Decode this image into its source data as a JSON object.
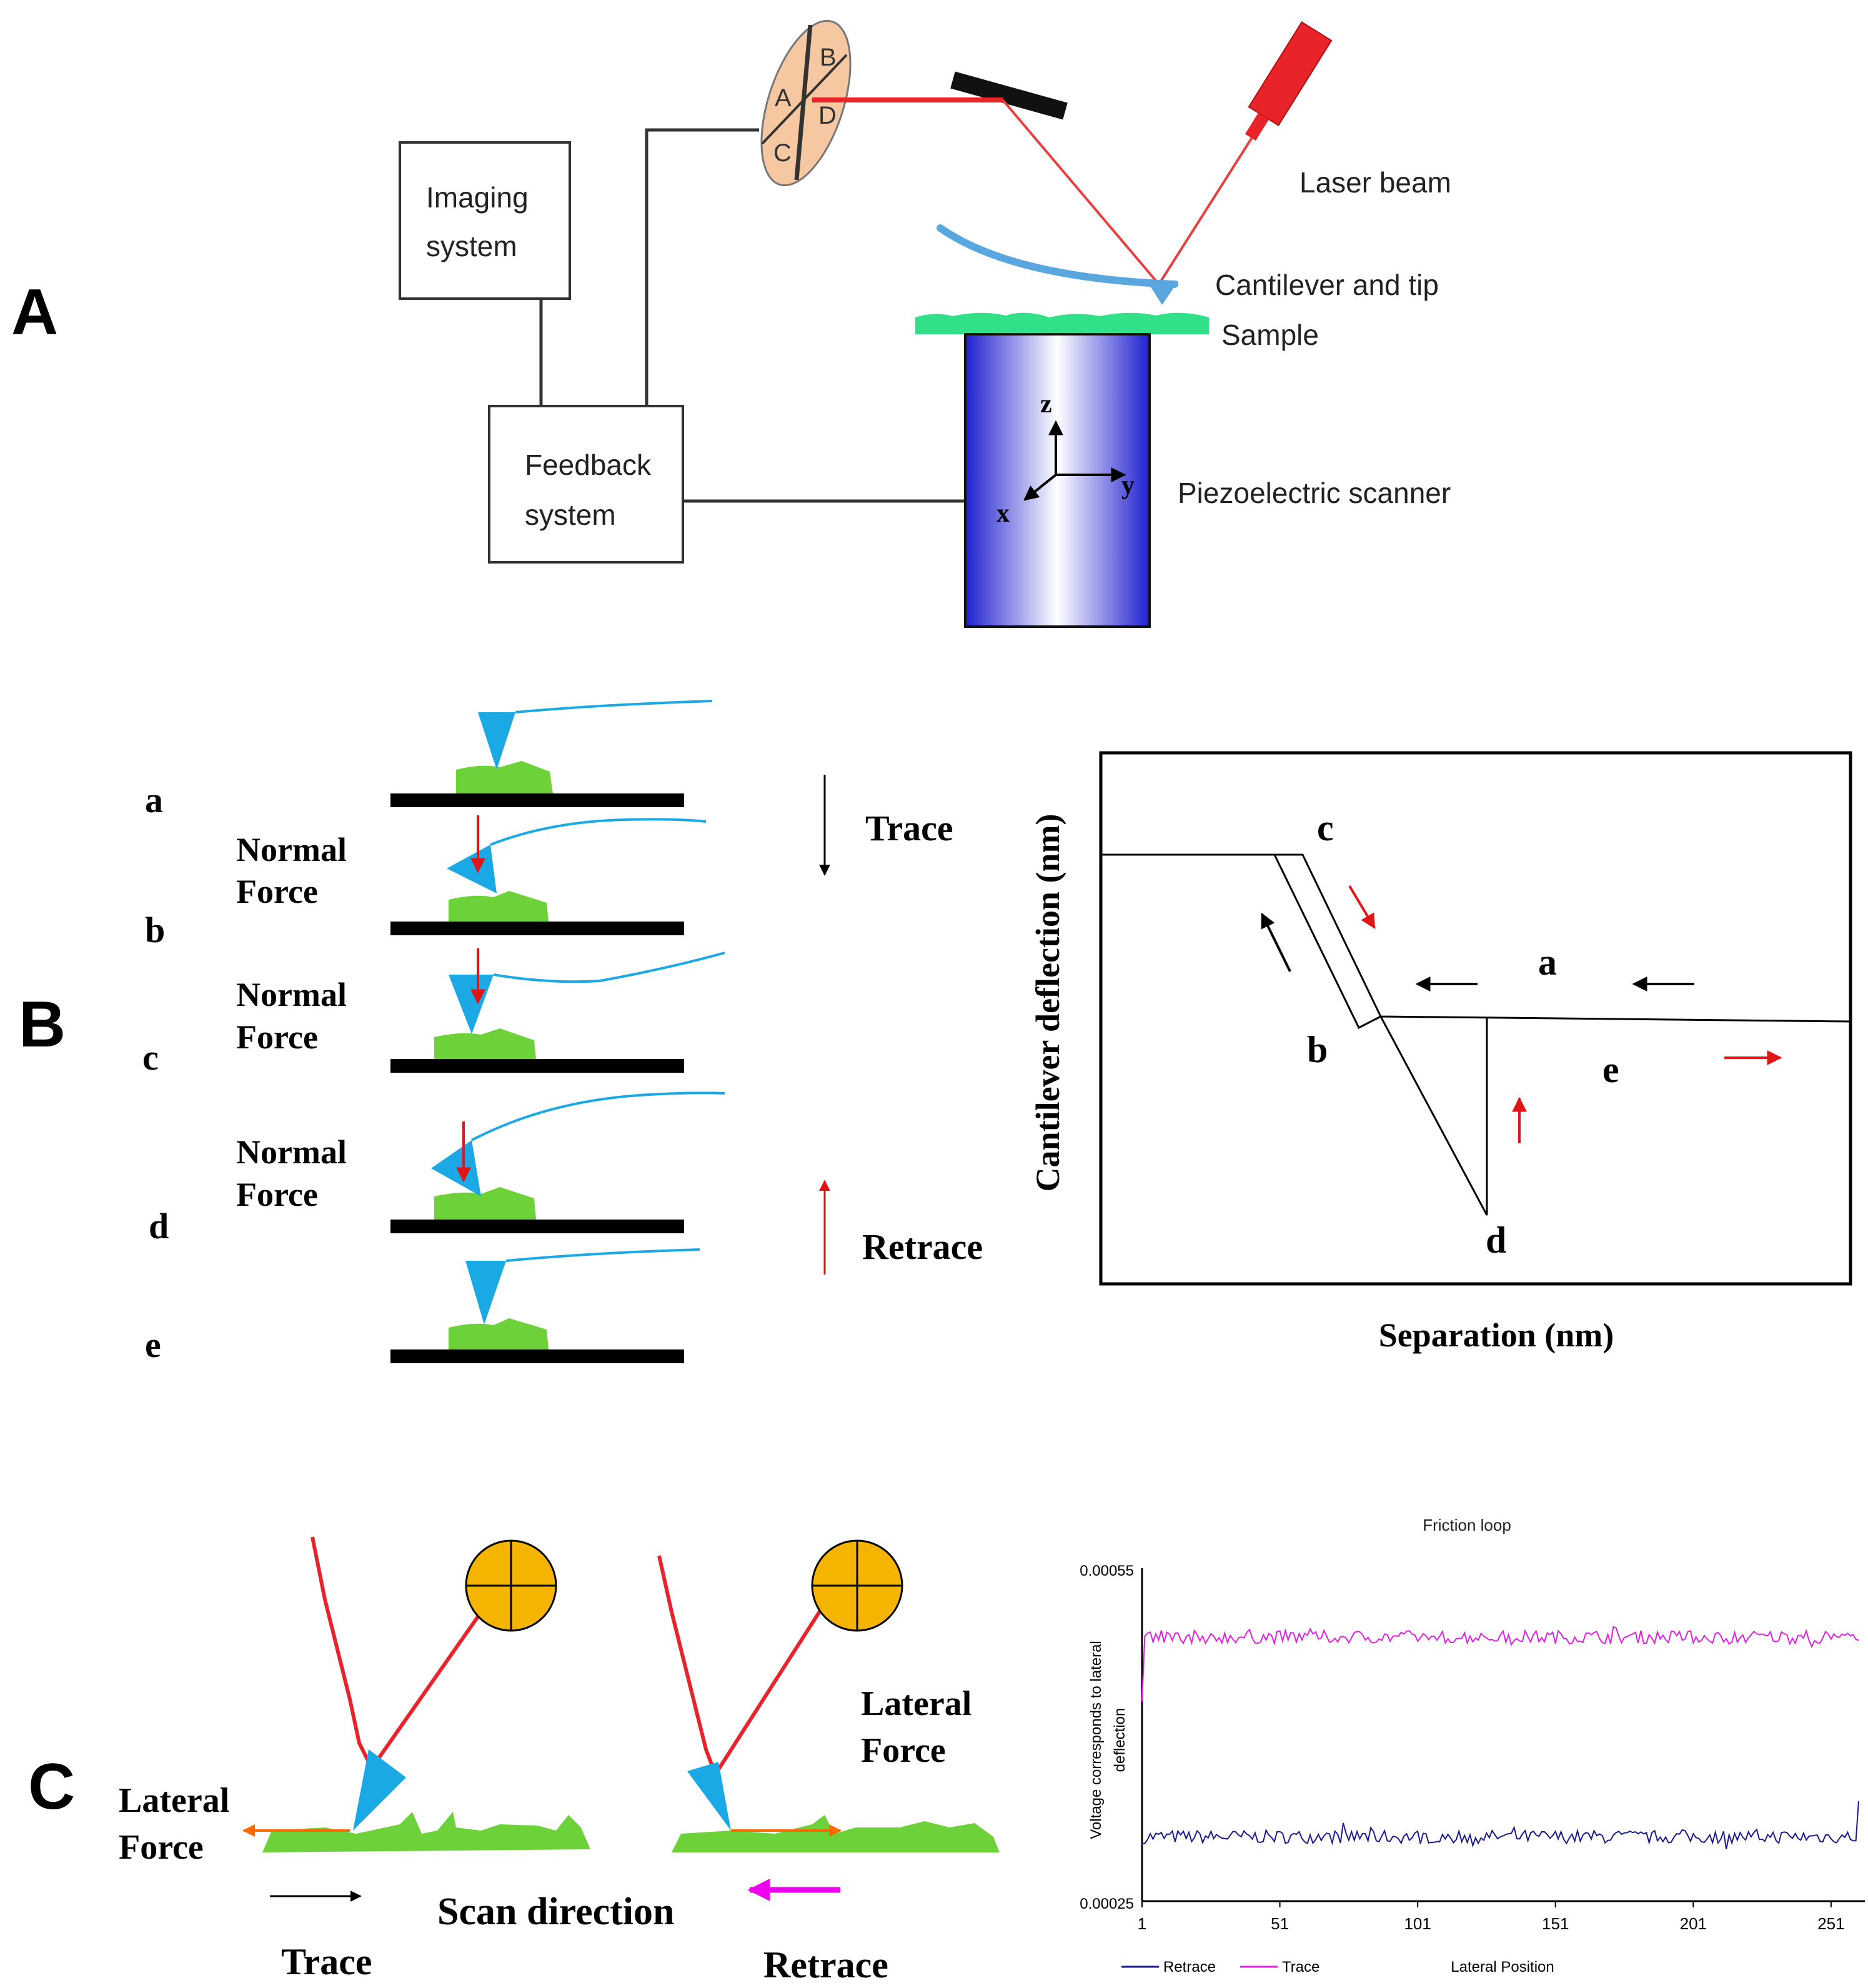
{
  "panel_a": {
    "letter": "A",
    "imaging_line1": "Imaging",
    "imaging_line2": "system",
    "feedback_line1": "Feedback",
    "feedback_line2": "system",
    "detector_quadrants": [
      "A",
      "B",
      "C",
      "D"
    ],
    "laser_label": "Laser beam",
    "cantilever_label": "Cantilever and tip",
    "sample_label": "Sample",
    "scanner_label": "Piezoelectric scanner",
    "axis_z": "z",
    "axis_y": "y",
    "axis_x": "x",
    "colors": {
      "laser": "#e8232a",
      "cantilever": "#5aa7e0",
      "sample": "#33e08a",
      "scanner": "#2a2ad8"
    }
  },
  "panel_b": {
    "letter": "B",
    "steps": [
      "a",
      "b",
      "c",
      "d",
      "e"
    ],
    "normal_force_line1": "Normal",
    "normal_force_line2": "Force",
    "trace_label": "Trace",
    "retrace_label": "Retrace",
    "colors": {
      "tip": "#1ba9e6",
      "sample": "#6dd23a",
      "force_arrow": "#e01515"
    }
  },
  "force_curve": {
    "ylabel": "Cantilever deflection (nm)",
    "xlabel": "Separation (nm)",
    "point_labels": [
      "c",
      "a",
      "b",
      "e",
      "d"
    ]
  },
  "panel_c": {
    "letter": "C",
    "lateral_line1": "Lateral",
    "lateral_line2": "Force",
    "scan_direction": "Scan direction",
    "trace_label": "Trace",
    "retrace_label": "Retrace",
    "colors": {
      "laser": "#e8232a",
      "detector": "#f5b400",
      "tip": "#1ba9e6",
      "sample": "#6dd23a",
      "lateral_arrow": "#ff6a00",
      "retrace_arrow": "#ee00ee"
    }
  },
  "chart_data": {
    "type": "line",
    "title": "Friction loop",
    "xlabel": "Lateral Position",
    "ylabel": "Voltage corresponds to lateral deflection",
    "ylim": [
      0.00025,
      0.00055
    ],
    "xlim": [
      1,
      261
    ],
    "ytick_labels": [
      "0.00055",
      "0.00025"
    ],
    "xticks": [
      1,
      51,
      101,
      151,
      201,
      251
    ],
    "grid": false,
    "legend": "bottom-left",
    "series": [
      {
        "name": "Retrace",
        "color": "#1a1a8c",
        "baseline": 0.000308,
        "start": 0.000302,
        "end": 0.00034,
        "noise": 6e-06
      },
      {
        "name": "Trace",
        "color": "#e020e0",
        "baseline": 0.000488,
        "start": 0.00043,
        "end": 0.000485,
        "noise": 6e-06
      }
    ]
  }
}
